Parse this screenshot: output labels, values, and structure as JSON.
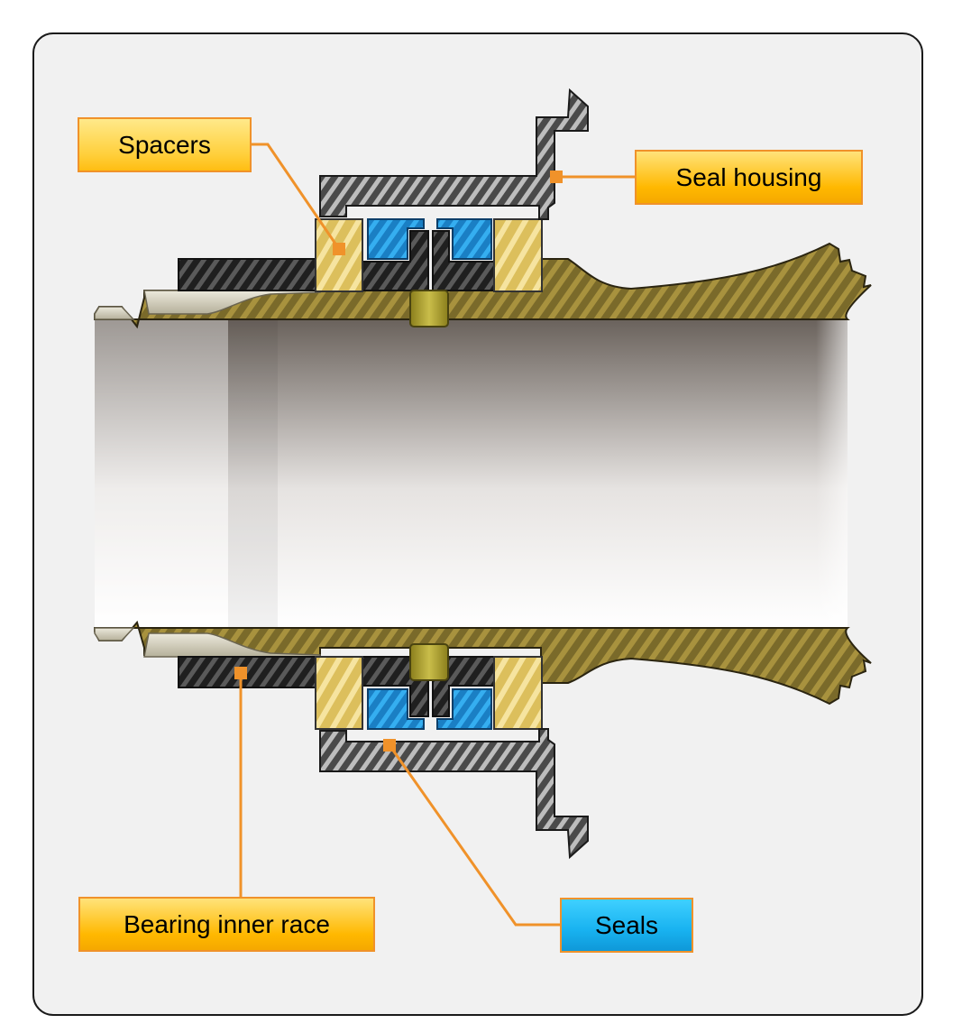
{
  "labels": {
    "spacers": "Spacers",
    "seal_housing": "Seal housing",
    "bearing_inner_race": "Bearing inner race",
    "seals": "Seals"
  },
  "colors": {
    "frame_fill": "#f1f1f1",
    "leader_line": "#f0922a",
    "shaft_bronze": "#7b6a2a",
    "housing_gray": "#5a5a5a",
    "seal_blue": "#1d8fd6",
    "spacer_gold": "#e6c868",
    "race_black": "#2a2a2a",
    "pin_olive": "#a89a2a"
  }
}
